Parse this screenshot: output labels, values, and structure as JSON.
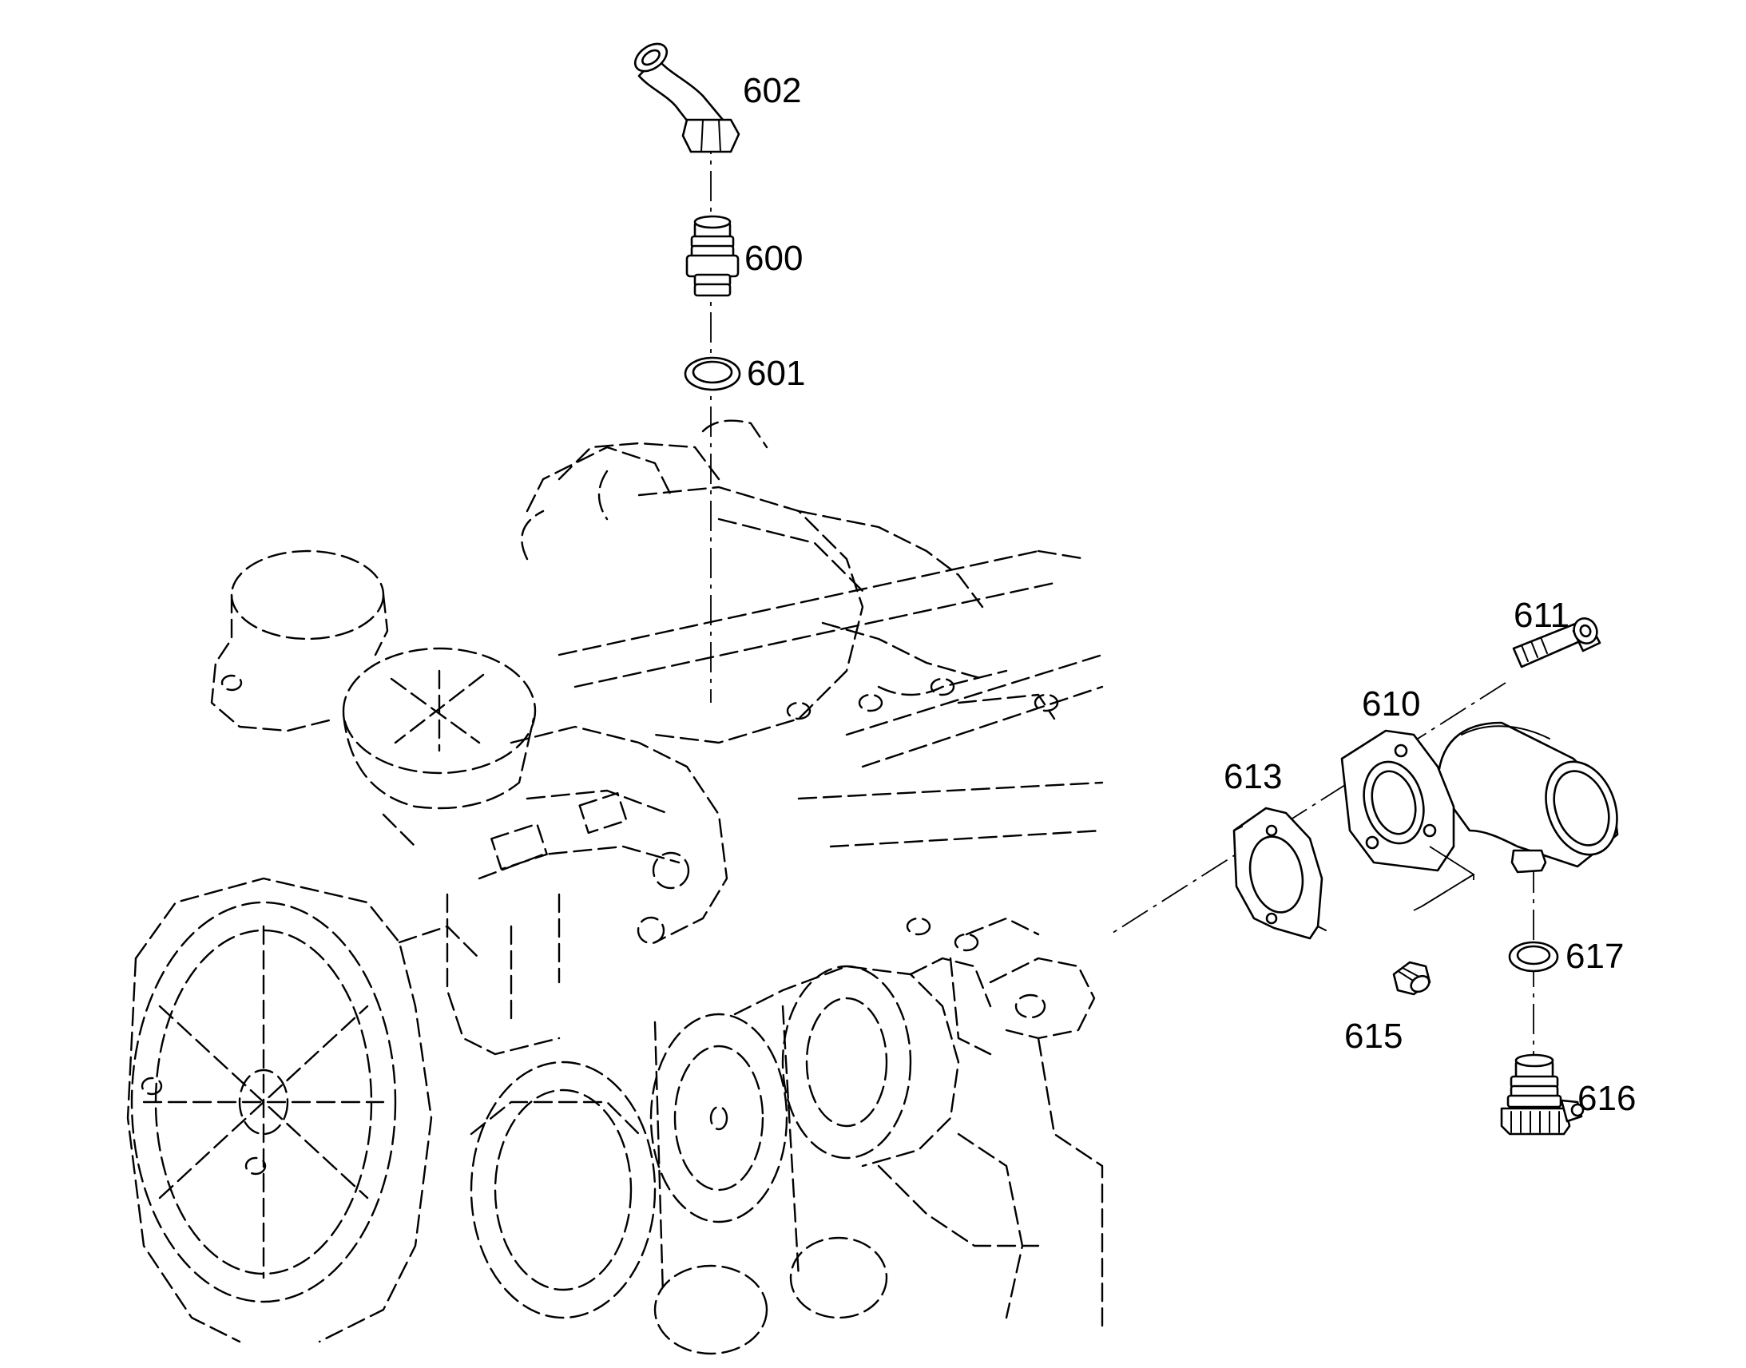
{
  "callouts": {
    "p602": "602",
    "p600": "600",
    "p601": "601",
    "p611": "611",
    "p610": "610",
    "p613": "613",
    "p617": "617",
    "p615": "615",
    "p616": "616"
  }
}
